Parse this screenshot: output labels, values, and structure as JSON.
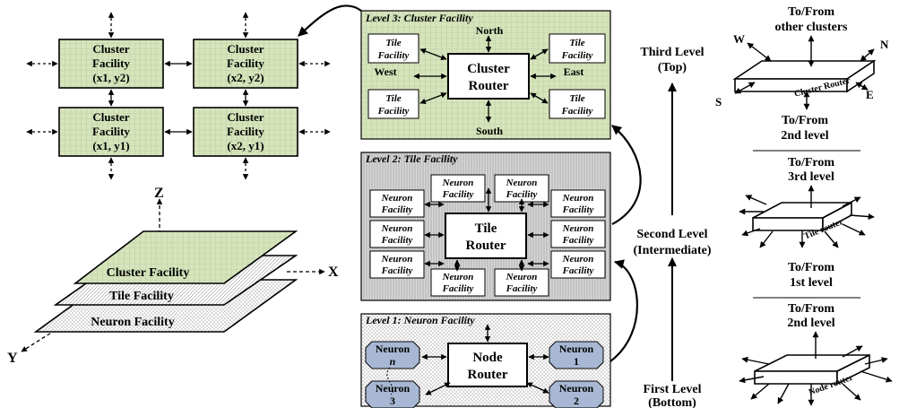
{
  "cluster_grid": {
    "cells": [
      {
        "name": "Cluster",
        "sub": "Facility",
        "coord": "(x1, y2)"
      },
      {
        "name": "Cluster",
        "sub": "Facility",
        "coord": "(x2, y2)"
      },
      {
        "name": "Cluster",
        "sub": "Facility",
        "coord": "(x1, y1)"
      },
      {
        "name": "Cluster",
        "sub": "Facility",
        "coord": "(x2, y1)"
      }
    ]
  },
  "stack": {
    "axis_z": "Z",
    "axis_x": "X",
    "axis_y": "Y",
    "layers": [
      "Cluster Facility",
      "Tile Facility",
      "Neuron Facility"
    ]
  },
  "level3": {
    "title": "Level 3: Cluster Facility",
    "router": [
      "Cluster",
      "Router"
    ],
    "tile_label": [
      "Tile",
      "Facility"
    ],
    "north": "North",
    "south": "South",
    "east": "East",
    "west": "West"
  },
  "level2": {
    "title": "Level 2: Tile Facility",
    "router": [
      "Tile",
      "Router"
    ],
    "neuron_label": [
      "Neuron",
      "Facility"
    ]
  },
  "level1": {
    "title": "Level 1: Neuron Facility",
    "router": [
      "Node",
      "Router"
    ],
    "neuron_word": "Neuron",
    "neurons": [
      "n",
      "1",
      "3",
      "2"
    ]
  },
  "levels": {
    "third": [
      "Third Level",
      "(Top)"
    ],
    "second": [
      "Second Level",
      "(Intermediate)"
    ],
    "first": [
      "First Level",
      "(Bottom)"
    ]
  },
  "routers_3d": {
    "cluster": {
      "top": [
        "To/From",
        "other clusters"
      ],
      "label": "Cluster Router",
      "bottom": [
        "To/From",
        "2nd level"
      ],
      "dirs": {
        "w": "W",
        "n": "N",
        "s": "S",
        "e": "E"
      }
    },
    "tile": {
      "top": [
        "To/From",
        "3rd level"
      ],
      "label": "Tile router",
      "bottom": [
        "To/From",
        "1st level"
      ]
    },
    "node": {
      "top": [
        "To/From",
        "2nd level"
      ],
      "label": "Node router"
    }
  },
  "colors": {
    "cluster_fill": "#d6e4bc",
    "neuron_fill": "#a8b8d4",
    "panel_grey": "#d0d0d0"
  }
}
